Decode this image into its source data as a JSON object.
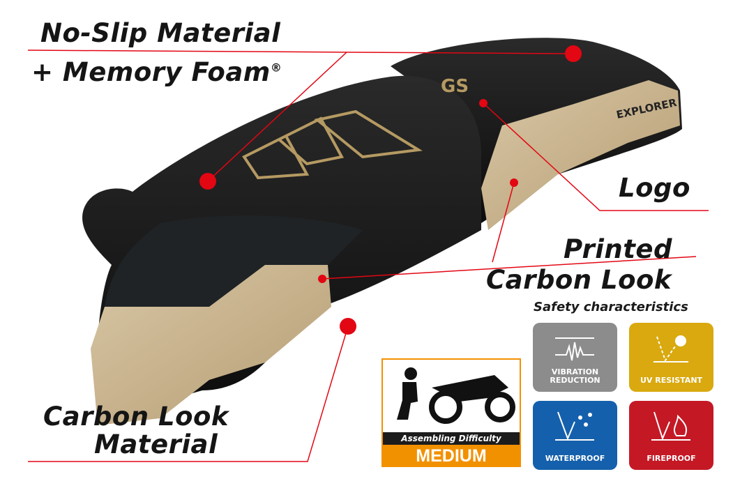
{
  "callouts": {
    "no_slip": "No-Slip Material",
    "memory_foam": "+ Memory Foam",
    "registered": "®",
    "logo": "Logo",
    "printed_1": "Printed",
    "printed_2": "Carbon Look",
    "carbon_1": "Carbon Look",
    "carbon_2": "Material"
  },
  "seat_prints": {
    "logo_text": "GS",
    "explorer_text": "EXPLORER"
  },
  "safety": {
    "title": "Safety characteristics",
    "badges": [
      {
        "label_1": "VIBRATION",
        "label_2": "REDUCTION",
        "color": "#8c8c8c",
        "icon": "vibration-icon"
      },
      {
        "label_1": "UV RESISTANT",
        "label_2": "",
        "color": "#d9a90f",
        "icon": "sun-icon"
      },
      {
        "label_1": "WATERPROOF",
        "label_2": "",
        "color": "#1560ac",
        "icon": "water-drops-icon"
      },
      {
        "label_1": "FIREPROOF",
        "label_2": "",
        "color": "#c41925",
        "icon": "flame-icon"
      }
    ]
  },
  "difficulty": {
    "label": "Assembling Difficulty",
    "level": "MEDIUM",
    "color": "#f29100"
  },
  "accent_color": "#e30613"
}
